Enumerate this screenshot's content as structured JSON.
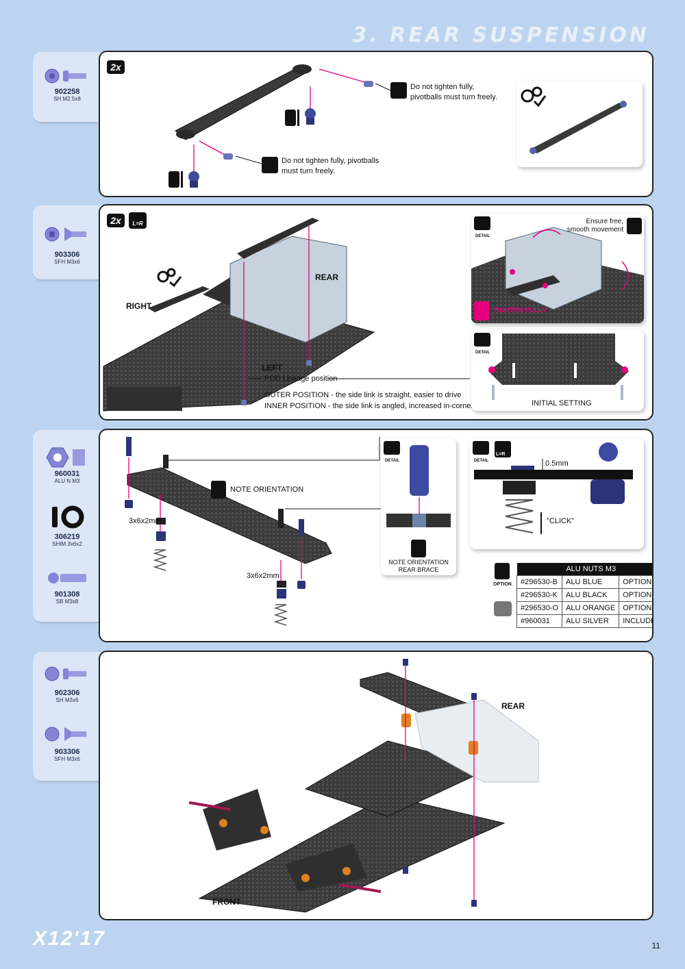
{
  "header": {
    "section_title": "3. REAR SUSPENSION"
  },
  "step1": {
    "parts": [
      {
        "number": "902258",
        "desc": "SH M2.5x8"
      }
    ],
    "qty_badge": "2x",
    "note_top": "Do not tighten fully,\npivotballs must turn freely.",
    "note_bottom": "Do not tighten fully, pivotballs\nmust turn freely."
  },
  "step2": {
    "parts": [
      {
        "number": "903306",
        "desc": "SFH M3x6"
      }
    ],
    "qty_badge": "2x",
    "lr_badge": "L=R",
    "label_right": "RIGHT",
    "label_rear": "REAR",
    "label_left": "LEFT",
    "pod_label": "POD Linkage position",
    "outer_position": "OUTER POSITION - the side link is straight, easier to drive",
    "inner_position": "INNER POSITION - the side link is angled, increased in-corner steering",
    "detail_word": "DETAIL",
    "ensure_free": "Ensure free,\nsmooth movement",
    "tighten_fully": "TIGHTEN FULLY",
    "initial_setting": "INITIAL SETTING"
  },
  "step3": {
    "parts": [
      {
        "number": "960031",
        "desc": "ALU N M3"
      },
      {
        "number": "306219",
        "desc": "SHIM 3x6x2"
      },
      {
        "number": "901308",
        "desc": "SB M3x8"
      }
    ],
    "note_orientation": "NOTE ORIENTATION",
    "shim_label_1": "3x6x2mm",
    "shim_label_2": "3x6x2mm",
    "rear_brace_note": "NOTE ORIENTATION\nREAR BRACE",
    "detail_word": "DETAIL",
    "lr_badge": "L=R",
    "gap_label": "0.5mm",
    "click_label": "\"CLICK\"",
    "option_label": "OPTION",
    "table": {
      "header": "ALU NUTS M3",
      "rows": [
        [
          "#296530-B",
          "ALU BLUE",
          "OPTION"
        ],
        [
          "#296530-K",
          "ALU BLACK",
          "OPTION"
        ],
        [
          "#296530-O",
          "ALU ORANGE",
          "OPTION"
        ],
        [
          "#960031",
          "ALU SILVER",
          "INCLUDED"
        ]
      ]
    }
  },
  "step4": {
    "parts": [
      {
        "number": "902306",
        "desc": "SH M3x6"
      },
      {
        "number": "903306",
        "desc": "SFH M3x6"
      }
    ],
    "label_rear": "REAR",
    "label_front": "FRONT"
  },
  "footer": {
    "logo": "X12'17",
    "page_number": "11"
  },
  "colors": {
    "accent": "#e6007e",
    "background": "#bcd4ef",
    "tab": "#dde6f6",
    "part_blue": "#8585d8"
  }
}
